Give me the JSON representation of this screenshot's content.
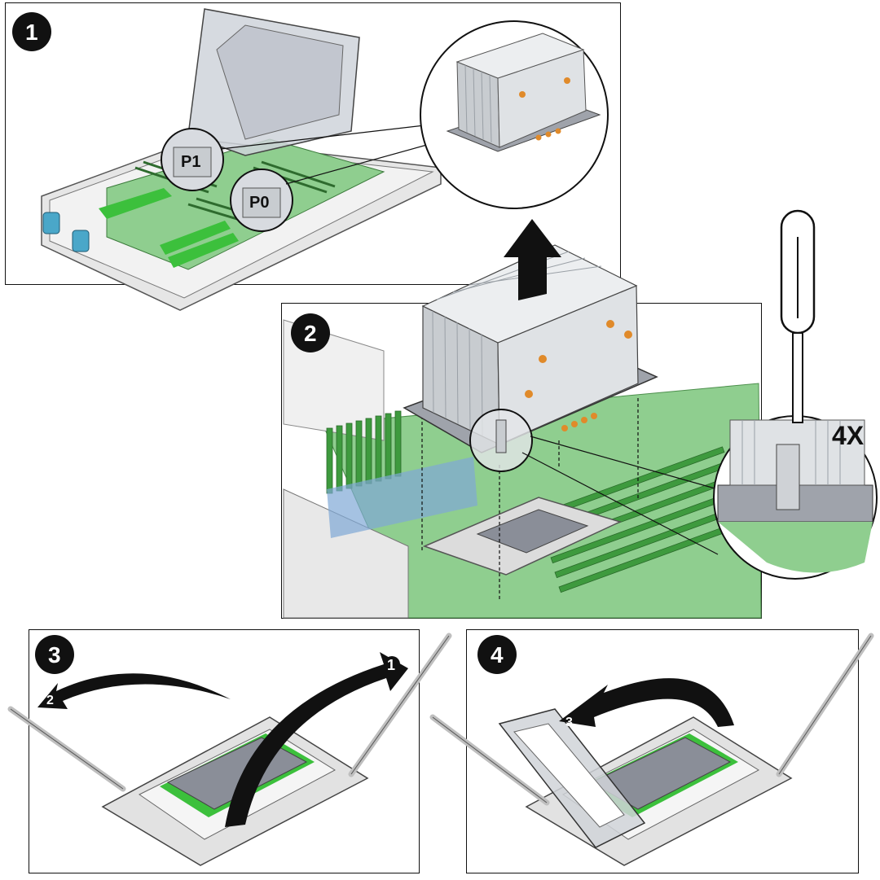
{
  "steps": [
    {
      "number": "1",
      "callouts": {
        "cpu_upper": "P1",
        "cpu_lower": "P0"
      }
    },
    {
      "number": "2",
      "callouts": {
        "screw_count": "4X"
      }
    },
    {
      "number": "3",
      "arrow_labels": {
        "first": "1",
        "second": "2"
      }
    },
    {
      "number": "4",
      "arrow_labels": {
        "third": "3"
      }
    }
  ],
  "colors": {
    "board_green": "#8fce8f",
    "bright_green": "#3cc03c",
    "chassis_gray": "#d9d9d9",
    "heatsink_silver": "#c8ccd0",
    "cpu_gray": "#8a8e98",
    "dimm_blue": "#7fa8d6",
    "accent_orange": "#e08a2a",
    "outline": "#111111"
  },
  "icons": [
    "lift-arrow-icon",
    "screwdriver-icon",
    "rotate-arrow-icon",
    "magnifier-callout-icon"
  ]
}
